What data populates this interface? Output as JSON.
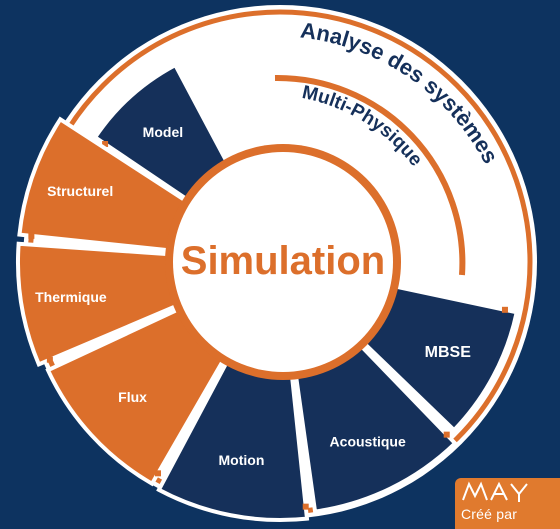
{
  "center": {
    "label": "Simulation"
  },
  "arcs": {
    "outer": "Analyse des systèmes",
    "inner": "Multi-Physique"
  },
  "segments": [
    {
      "id": "model",
      "label": "Model",
      "color": "#15305a"
    },
    {
      "id": "structurel",
      "label": "Structurel",
      "color": "#dc6f2b"
    },
    {
      "id": "thermique",
      "label": "Thermique",
      "color": "#dc6f2b"
    },
    {
      "id": "flux",
      "label": "Flux",
      "color": "#dc6f2b"
    },
    {
      "id": "motion",
      "label": "Motion",
      "color": "#15305a"
    },
    {
      "id": "acoustique",
      "label": "Acoustique",
      "color": "#15305a"
    },
    {
      "id": "mbse",
      "label": "MBSE",
      "color": "#15305a"
    }
  ],
  "colors": {
    "background": "#0d3360",
    "orange": "#dc6f2b",
    "navy": "#15305a",
    "white": "#ffffff"
  },
  "credit": {
    "text": "Créé par",
    "logo_icon": "company-logo-icon"
  }
}
